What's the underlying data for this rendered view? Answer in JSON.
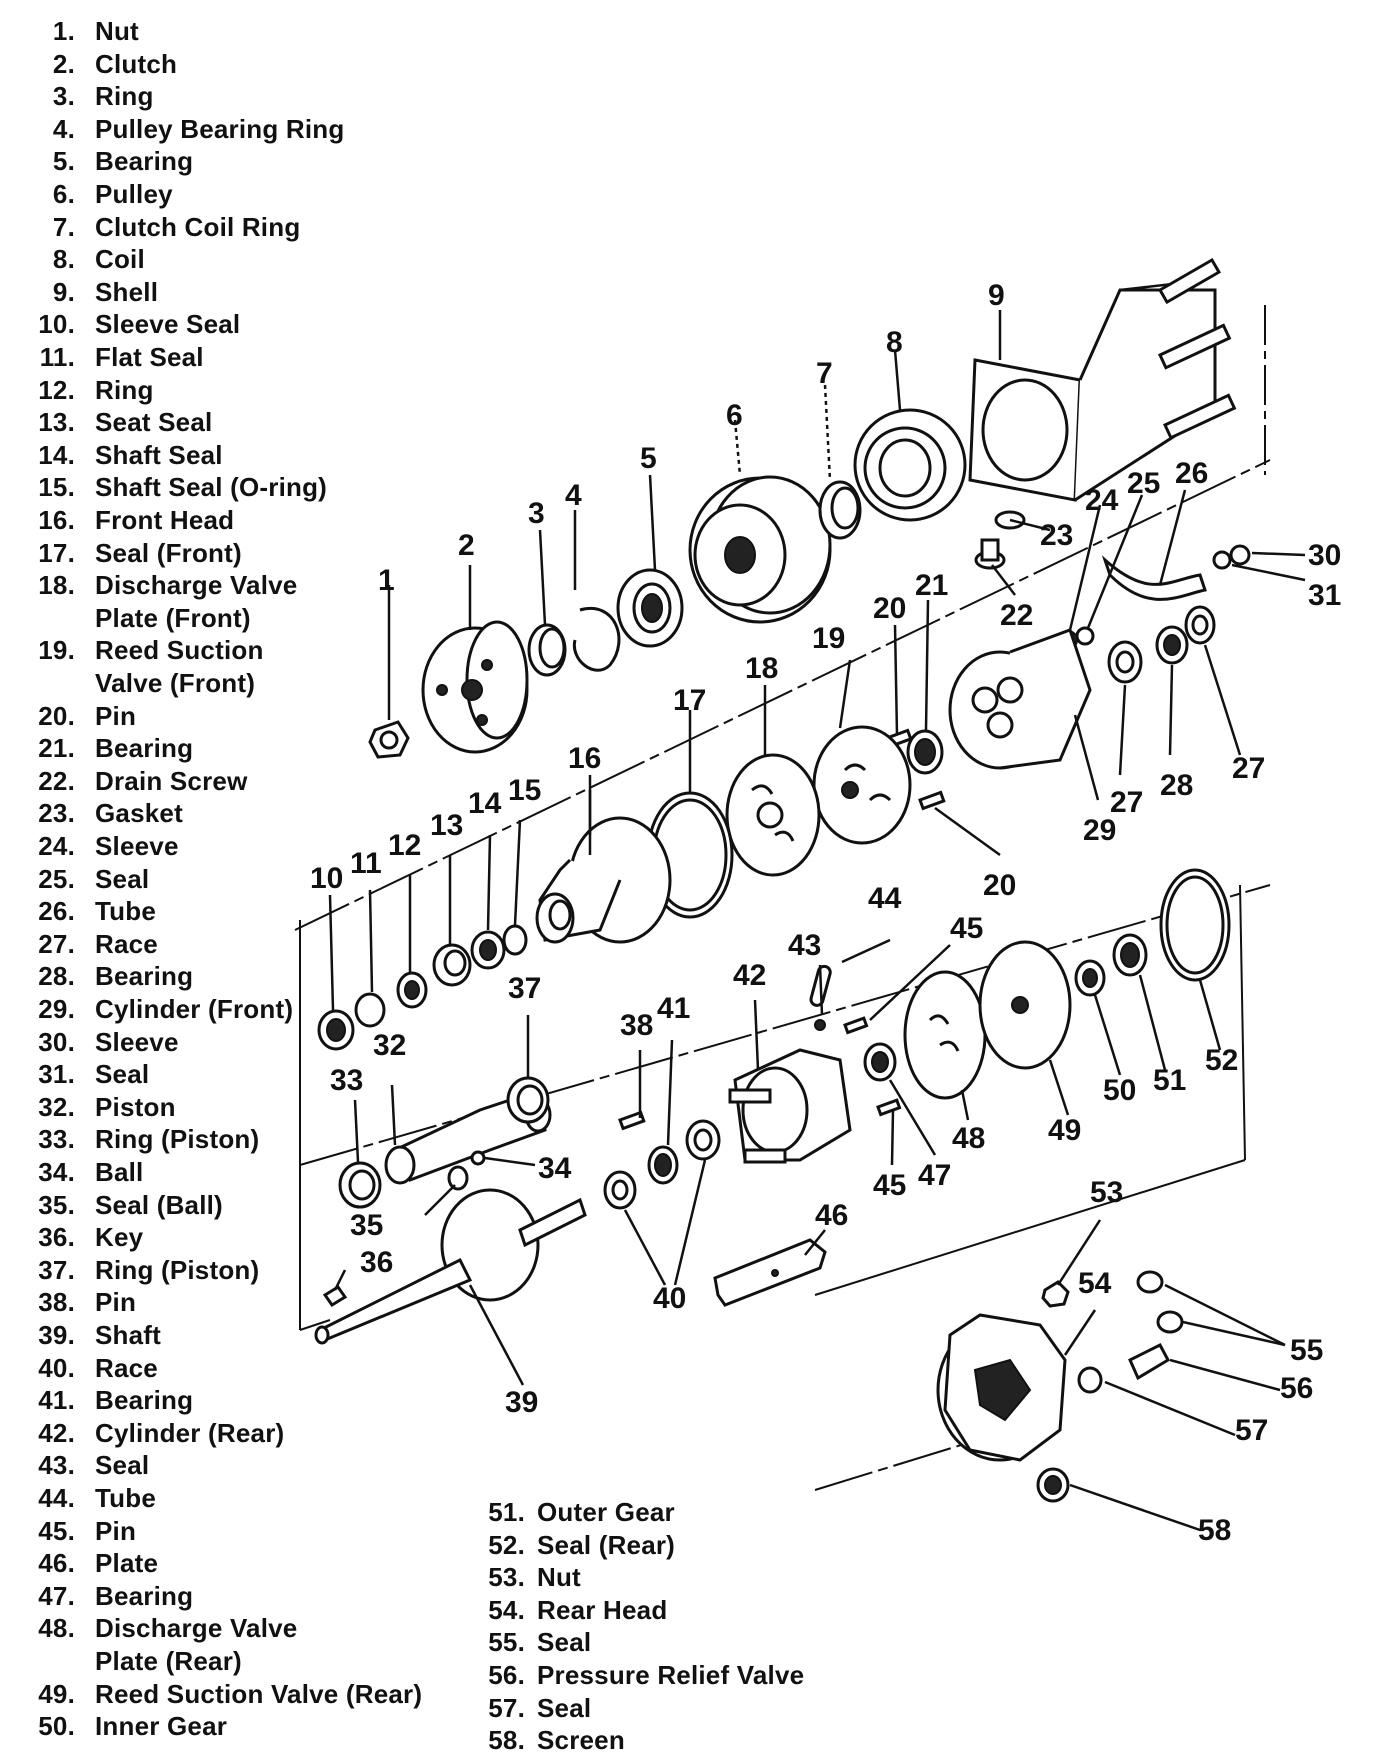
{
  "legend_left": [
    {
      "num": "1.",
      "label": "Nut"
    },
    {
      "num": "2.",
      "label": "Clutch"
    },
    {
      "num": "3.",
      "label": "Ring"
    },
    {
      "num": "4.",
      "label": "Pulley Bearing Ring"
    },
    {
      "num": "5.",
      "label": "Bearing"
    },
    {
      "num": "6.",
      "label": "Pulley"
    },
    {
      "num": "7.",
      "label": "Clutch Coil Ring"
    },
    {
      "num": "8.",
      "label": "Coil"
    },
    {
      "num": "9.",
      "label": "Shell"
    },
    {
      "num": "10.",
      "label": "Sleeve Seal"
    },
    {
      "num": "11.",
      "label": "Flat Seal"
    },
    {
      "num": "12.",
      "label": "Ring"
    },
    {
      "num": "13.",
      "label": "Seat Seal"
    },
    {
      "num": "14.",
      "label": "Shaft Seal"
    },
    {
      "num": "15.",
      "label": "Shaft Seal (O-ring)"
    },
    {
      "num": "16.",
      "label": "Front Head"
    },
    {
      "num": "17.",
      "label": "Seal (Front)"
    },
    {
      "num": "18.",
      "label": "Discharge Valve",
      "cont": "Plate (Front)"
    },
    {
      "num": "19.",
      "label": "Reed Suction",
      "cont": "Valve (Front)"
    },
    {
      "num": "20.",
      "label": "Pin"
    },
    {
      "num": "21.",
      "label": "Bearing"
    },
    {
      "num": "22.",
      "label": "Drain Screw"
    },
    {
      "num": "23.",
      "label": "Gasket"
    },
    {
      "num": "24.",
      "label": "Sleeve"
    },
    {
      "num": "25.",
      "label": "Seal"
    },
    {
      "num": "26.",
      "label": "Tube"
    },
    {
      "num": "27.",
      "label": "Race"
    },
    {
      "num": "28.",
      "label": "Bearing"
    },
    {
      "num": "29.",
      "label": "Cylinder (Front)"
    },
    {
      "num": "30.",
      "label": "Sleeve"
    },
    {
      "num": "31.",
      "label": "Seal"
    },
    {
      "num": "32.",
      "label": "Piston"
    },
    {
      "num": "33.",
      "label": "Ring (Piston)"
    },
    {
      "num": "34.",
      "label": "Ball"
    },
    {
      "num": "35.",
      "label": "Seal (Ball)"
    },
    {
      "num": "36.",
      "label": "Key"
    },
    {
      "num": "37.",
      "label": "Ring (Piston)"
    },
    {
      "num": "38.",
      "label": "Pin"
    },
    {
      "num": "39.",
      "label": "Shaft"
    },
    {
      "num": "40.",
      "label": "Race"
    },
    {
      "num": "41.",
      "label": "Bearing"
    },
    {
      "num": "42.",
      "label": "Cylinder (Rear)"
    },
    {
      "num": "43.",
      "label": "Seal"
    },
    {
      "num": "44.",
      "label": "Tube"
    },
    {
      "num": "45.",
      "label": "Pin"
    },
    {
      "num": "46.",
      "label": "Plate"
    },
    {
      "num": "47.",
      "label": "Bearing"
    },
    {
      "num": "48.",
      "label": "Discharge Valve",
      "cont": "Plate (Rear)"
    },
    {
      "num": "49.",
      "label": "Reed Suction Valve (Rear)"
    },
    {
      "num": "50.",
      "label": "Inner Gear"
    }
  ],
  "legend_right": [
    {
      "num": "51.",
      "label": "Outer Gear"
    },
    {
      "num": "52.",
      "label": "Seal (Rear)"
    },
    {
      "num": "53.",
      "label": "Nut"
    },
    {
      "num": "54.",
      "label": "Rear Head"
    },
    {
      "num": "55.",
      "label": "Seal"
    },
    {
      "num": "56.",
      "label": "Pressure Relief Valve"
    },
    {
      "num": "57.",
      "label": "Seal"
    },
    {
      "num": "58.",
      "label": "Screen"
    }
  ],
  "callouts": [
    "1",
    "2",
    "3",
    "4",
    "5",
    "6",
    "7",
    "8",
    "9",
    "10",
    "11",
    "12",
    "13",
    "14",
    "15",
    "16",
    "17",
    "18",
    "19",
    "20",
    "21",
    "22",
    "23",
    "24",
    "25",
    "26",
    "27",
    "28",
    "29",
    "30",
    "31",
    "32",
    "33",
    "34",
    "35",
    "36",
    "37",
    "38",
    "39",
    "40",
    "41",
    "42",
    "43",
    "44",
    "45",
    "46",
    "47",
    "48",
    "49",
    "50",
    "51",
    "52",
    "53",
    "54",
    "55",
    "56",
    "57",
    "58"
  ]
}
